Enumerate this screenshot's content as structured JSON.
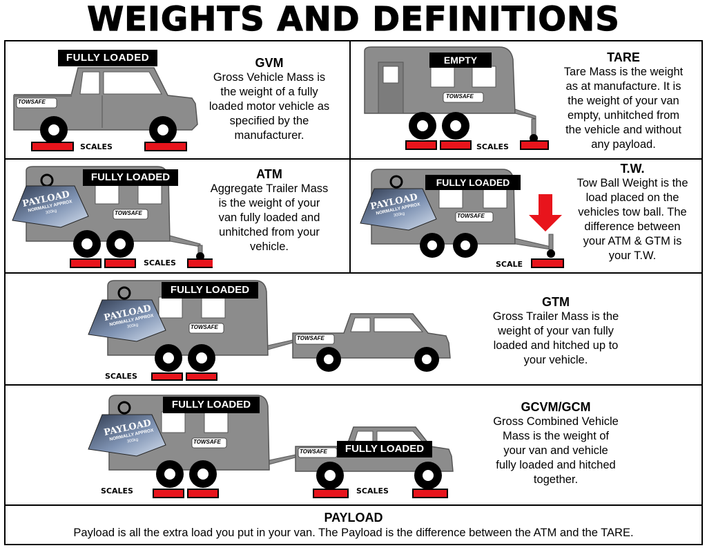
{
  "title": "WEIGHTS AND DEFINITIONS",
  "labels": {
    "fully_loaded": "FULLY LOADED",
    "empty": "EMPTY",
    "scales": "SCALES",
    "scale": "SCALE",
    "payload": "PAYLOAD",
    "normally_approx": "NORMALLY APPROX",
    "weight": "300kg",
    "brand": "TOWSAFE"
  },
  "definitions": {
    "gvm": {
      "heading": "GVM",
      "lines": [
        "Gross Vehicle Mass is",
        "the weight of a fully",
        "loaded motor vehicle as",
        "specified by the",
        "manufacturer."
      ]
    },
    "tare": {
      "heading": "TARE",
      "lines": [
        "Tare Mass is the weight",
        "as at manufacture. It is",
        "the weight of your van",
        "empty, unhitched from",
        "the vehicle and without",
        "any payload."
      ]
    },
    "atm": {
      "heading": "ATM",
      "lines": [
        "Aggregate Trailer Mass",
        "is the weight of your",
        "van fully loaded and",
        "unhitched from your",
        "vehicle."
      ]
    },
    "tw": {
      "heading": "T.W.",
      "lines": [
        "Tow Ball Weight is the",
        "load placed on the",
        "vehicles tow ball. The",
        "difference between",
        "your ATM & GTM is",
        "your T.W."
      ]
    },
    "gtm": {
      "heading": "GTM",
      "lines": [
        "Gross Trailer Mass is the",
        "weight of your van fully",
        "loaded and hitched up to",
        "your vehicle."
      ]
    },
    "gcvm": {
      "heading": "GCVM/GCM",
      "lines": [
        "Gross Combined Vehicle",
        "Mass is the weight of",
        "your van and vehicle",
        "fully loaded and hitched",
        "together."
      ]
    },
    "payload": {
      "heading": "PAYLOAD",
      "lines": [
        "Payload is all the extra load you put in your van. The Payload is the difference between the ATM and the TARE."
      ]
    }
  },
  "colors": {
    "body_gray": "#8c8c8c",
    "outline": "#555555",
    "scale_red": "#e8141c",
    "arrow_red": "#e8141c",
    "label_bg": "#000000",
    "label_text": "#ffffff",
    "payload_bag_top": "#2f3a4f",
    "payload_bag_bottom": "#c8d4e6"
  }
}
